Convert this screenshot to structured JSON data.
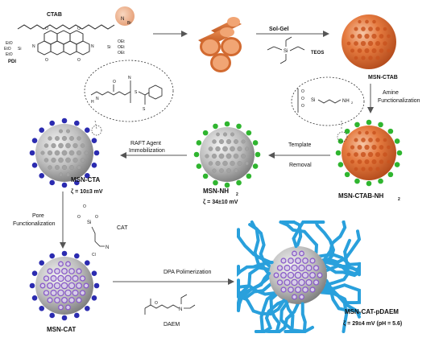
{
  "molecules": {
    "ctab": "CTAB",
    "pdi": "PDI",
    "pdi_left_groups": [
      "EtO",
      "EtO",
      "EtO"
    ],
    "pdi_right_groups": [
      "OEt",
      "OEt",
      "OEt"
    ],
    "pdi_si_left": "Si",
    "pdi_si_right": "Si",
    "pdi_n": [
      "N",
      "N"
    ],
    "pdi_o": [
      "O",
      "O",
      "O",
      "O"
    ],
    "ctab_n": "N",
    "ctab_br": "Br",
    "teos": "TEOS",
    "teos_si": "Si",
    "amine_si": "Si",
    "amine_nh2": "NH",
    "amine_nh2_sub": "2",
    "cta_n": "N",
    "cta_cn": "N",
    "cta_s": [
      "S",
      "S"
    ],
    "cat": "CAT",
    "cat_si": "Si",
    "cat_cl": "Cl",
    "cat_n": "N",
    "daem": "DAEM",
    "daem_n": "N"
  },
  "steps": {
    "sol_gel": "Sol-Gel",
    "amine_1": "Amine",
    "amine_2": "Functionalization",
    "template_1": "Template",
    "template_2": "Removal",
    "raft_1": "RAFT Agent",
    "raft_2": "Immobilization",
    "pore_1": "Pore",
    "pore_2": "Functionalization",
    "dpa": "DPA Polimerization"
  },
  "particles": {
    "msn_ctab": "MSN-CTAB",
    "msn_ctab_nh2": "MSN-CTAB-NH",
    "msn_ctab_nh2_sub": "2",
    "msn_nh2": "MSN-NH",
    "msn_nh2_sub": "2",
    "msn_nh2_zeta": "ζ = 34±10 mV",
    "msn_cta": "MSN-CTA",
    "msn_cta_zeta": "ζ = 10±3 mV",
    "msn_cat": "MSN-CAT",
    "msn_cat_pdaem": "MSN-CAT-pDAEM",
    "msn_cat_pdaem_zeta": "ζ = 29±4 mV (pH = 5.6)"
  },
  "colors": {
    "orange": "#d9622b",
    "grey_sphere": "#b8b8b8",
    "blue_dot": "#2b2bb0",
    "green_dot": "#2fb52f",
    "purple_ring": "#8a5cc8",
    "polymer": "#29a0dc"
  }
}
